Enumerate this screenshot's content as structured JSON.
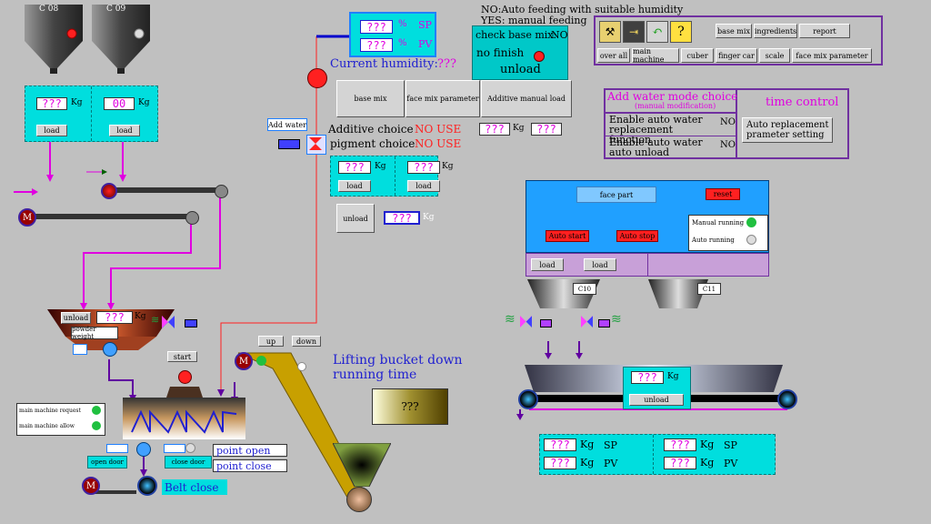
{
  "silos": [
    {
      "label": "C 08"
    },
    {
      "label": "C 09"
    }
  ],
  "upper_weigh": {
    "left": {
      "value": "???",
      "unit": "Kg",
      "btn": "load"
    },
    "right": {
      "value": "00",
      "unit": "Kg",
      "btn": "load"
    }
  },
  "mixer_hopper": {
    "unload_btn": "unload",
    "value": "???",
    "unit": "Kg",
    "powder_weight": "powder weight",
    "start_btn": "start"
  },
  "main_machine": {
    "request": "main machine request",
    "allow": "main machine allow",
    "open_door": "open door",
    "close_door": "close door",
    "point_open": "point open",
    "point_close": "point close",
    "belt_close": "Belt close"
  },
  "motor_letter": "M",
  "water": {
    "sp_value": "???",
    "pv_value": "???",
    "sp_unit": "%",
    "pv_unit": "%",
    "sp_label": "SP",
    "pv_label": "PV",
    "add_water_btn": "Add water",
    "current_humidity_label": "Current humidity:",
    "current_humidity_value": "???"
  },
  "notes": {
    "line1": "NO:Auto feeding with suitable humidity",
    "line2": "YES: manual feeding"
  },
  "check_panel": {
    "check_label": "check base mix:",
    "check_value": "NO",
    "no_finish": "no finish",
    "unload": "unload"
  },
  "toolbar": {
    "row1": [
      "base mix",
      "ingredients",
      "report"
    ],
    "row2": [
      "over all",
      "main machine",
      "cuber",
      "finger car",
      "scale",
      "face mix parameter"
    ]
  },
  "mid_buttons": [
    "base mix",
    "face mix parameter",
    "Additive manual load"
  ],
  "additive": {
    "label": "Additive choice",
    "value": "NO USE",
    "field1": "???",
    "unit": "Kg",
    "field2": "???"
  },
  "pigment": {
    "label": "pigment choice",
    "value": "NO USE",
    "left": {
      "value": "???",
      "unit": "Kg",
      "btn": "load"
    },
    "right": {
      "value": "???",
      "unit": "Kg",
      "btn": "load"
    },
    "unload_btn": "unload",
    "unload_value": "???",
    "unload_unit": "Kg"
  },
  "mode_panel": {
    "title": "Add water mode choice",
    "subtitle": "(manual modification)",
    "time_control": "time control",
    "auto_water_label": "Enable auto water replacement function",
    "auto_water_value": "NO",
    "auto_unload_label": "Enable auto water auto unload",
    "auto_unload_value": "NO",
    "auto_replacement_btn": "Auto replacement prameter setting"
  },
  "face_panel": {
    "face_part": "face part",
    "reset": "reset",
    "auto_start": "Auto start",
    "auto_stop": "Auto stop",
    "manual_running": "Manual running",
    "auto_running": "Auto running",
    "load1": "load",
    "load2": "load",
    "c10": "C10",
    "c11": "C11"
  },
  "face_belt": {
    "value": "???",
    "unit": "Kg",
    "unload": "unload"
  },
  "lift": {
    "up": "up",
    "down": "down",
    "running_time_label": "Lifting bucket down running time",
    "running_time_value": "???"
  },
  "bottom_sp_pv": {
    "left_sp_value": "???",
    "left_pv_value": "???",
    "right_sp_value": "???",
    "right_pv_value": "???",
    "unit": "Kg",
    "sp": "SP",
    "pv": "PV"
  },
  "colors": {
    "cyan": "#00dede",
    "magenta": "#e000e0",
    "blue": "#2020d0",
    "red": "#ff2020",
    "green": "#20c040"
  }
}
